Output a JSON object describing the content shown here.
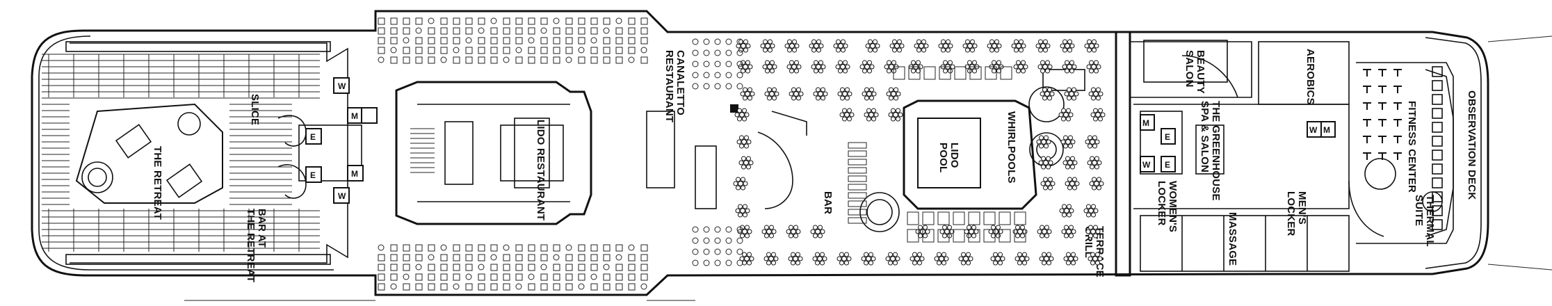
{
  "labels": {
    "the_retreat": "THE RETREAT",
    "slice": "SLICE",
    "bar_at_the_retreat_1": "BAR AT",
    "bar_at_the_retreat_2": "THE RETREAT",
    "lido_restaurant": "LIDO RESTAURANT",
    "canaletto_1": "CANALETTO",
    "canaletto_2": "RESTAURANT",
    "bar": "BAR",
    "lido_pool_1": "LIDO",
    "lido_pool_2": "POOL",
    "whirlpools": "WHIRLPOOLS",
    "terrace_grill_1": "TERRACE",
    "terrace_grill_2": "GRILL",
    "beauty_salon_1": "BEAUTY",
    "beauty_salon_2": "SALON",
    "greenhouse_1": "THE GREENHOUSE",
    "greenhouse_2": "SPA & SALON",
    "aerobics": "AEROBICS",
    "fitness_center": "FITNESS CENTER",
    "observation_deck": "OBSERVATION DECK",
    "womens_locker_1": "WOMEN'S",
    "womens_locker_2": "LOCKER",
    "mens_locker_1": "MEN'S",
    "mens_locker_2": "LOCKER",
    "massage": "MASSAGE",
    "thermal_suite_1": "THERMAL",
    "thermal_suite_2": "SUITE"
  },
  "restroom_marks": {
    "women": "W",
    "men": "M",
    "elevator": "E"
  }
}
